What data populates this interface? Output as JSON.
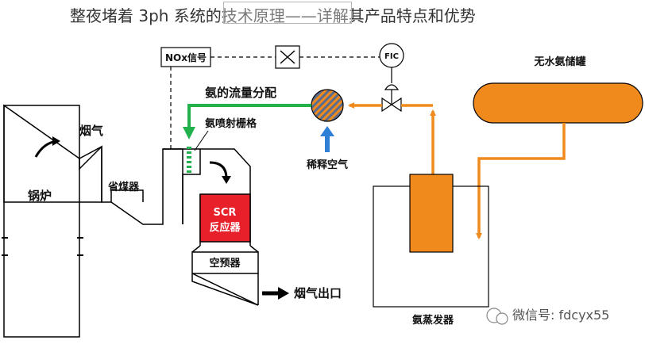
{
  "header": {
    "title": "整夜堵着 3ph 系统的技术原理——详解其产品特点和优势"
  },
  "labels": {
    "nox_signal": "NOx信号",
    "fic": "FIC",
    "tank": "无水氨储罐",
    "ammonia_flow": "氨的流量分配",
    "ammonia_grid": "氨喷射栅格",
    "flue_gas": "烟气",
    "boiler": "锅炉",
    "economizer": "省煤器",
    "scr_line1": "SCR",
    "scr_line2": "反应器",
    "air_preheater": "空预器",
    "flue_outlet": "烟气出口",
    "dilution_air": "稀释空气",
    "evaporator": "氨蒸发器"
  },
  "watermark": {
    "text": "微信号: fdcyx55"
  },
  "colors": {
    "orange": "#f08a1c",
    "green": "#22b14c",
    "blue": "#2f7fd6",
    "red": "#e8202a"
  }
}
